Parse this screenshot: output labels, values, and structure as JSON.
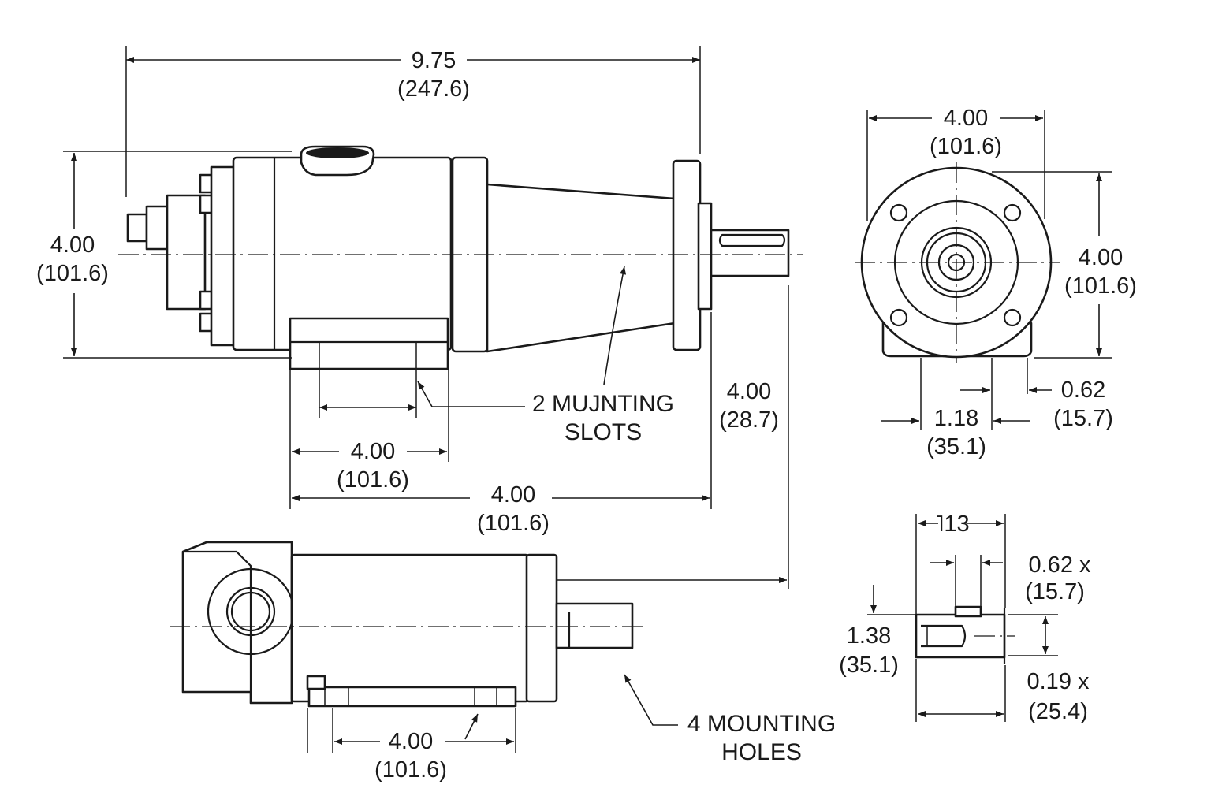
{
  "top_view": {
    "overall_length": "9.75",
    "overall_length_mm": "(247.6)",
    "height": "4.00",
    "height_mm": "(101.6)",
    "slot_spacing": "4.00",
    "slot_spacing_mm": "(101.6)",
    "base_to_flange": "4.00",
    "base_to_flange_mm": "(101.6)",
    "shaft_extension": "4.00",
    "shaft_extension_mm": "(28.7)",
    "slots_callout_line1": "2 MUJNTING",
    "slots_callout_line2": "SLOTS"
  },
  "end_view": {
    "flange_width": "4.00",
    "flange_width_mm": "(101.6)",
    "flange_height": "4.00",
    "flange_height_mm": "(101.6)",
    "foot_offset": "1.18",
    "foot_offset_mm": "(35.1)",
    "foot_edge": "0.62",
    "foot_edge_mm": "(15.7)"
  },
  "side_view": {
    "hole_spacing": "4.00",
    "hole_spacing_mm": "(101.6)",
    "holes_callout_line1": "4 MOUNTING",
    "holes_callout_line2": "HOLES"
  },
  "detail_view": {
    "width_top": "˥13",
    "key_width": "0.62 x",
    "key_width_mm": "(15.7)",
    "height": "1.38",
    "height_mm": "(35.1)",
    "key_depth": "0.19 x",
    "key_depth_mm": "(25.4)"
  }
}
